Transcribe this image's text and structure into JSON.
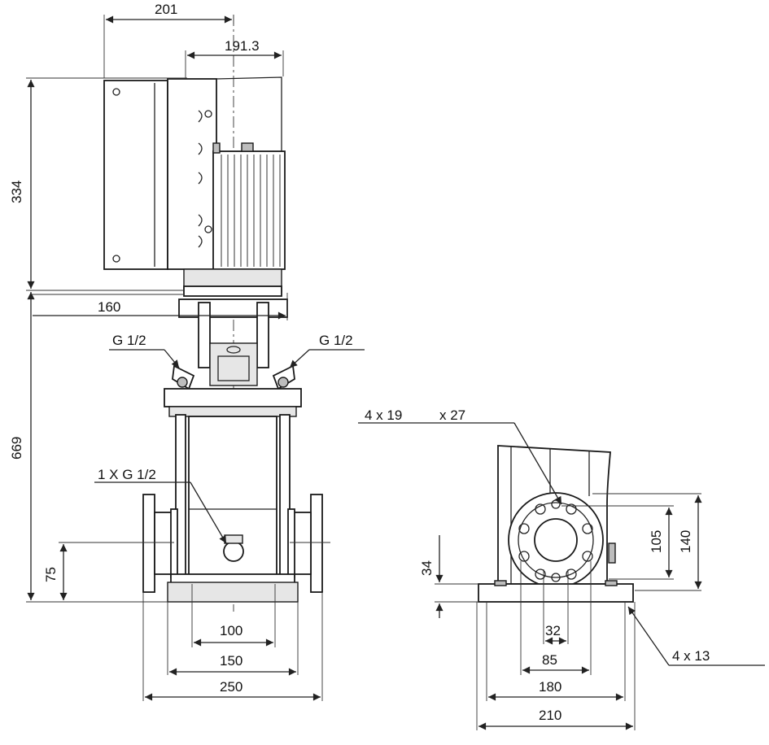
{
  "dimensions": {
    "top_width": "201",
    "motor_width": "191.3",
    "motor_height": "334",
    "total_height": "669",
    "coupling_width": "160",
    "vent_left": "G 1/2",
    "vent_right": "G 1/2",
    "drain": "1 X G 1/2",
    "port_height": "75",
    "base_inner": "100",
    "base_mid": "150",
    "base_outer": "250"
  },
  "flange_view": {
    "holes_label_a": "4 x 19",
    "holes_label_b": "x 27",
    "foot_holes_label": "4  x  13",
    "height_105": "105",
    "height_140": "140",
    "height_34": "34",
    "width_32": "32",
    "width_85": "85",
    "width_180": "180",
    "width_210": "210"
  },
  "colors": {
    "line": "#222222",
    "background": "#ffffff"
  }
}
